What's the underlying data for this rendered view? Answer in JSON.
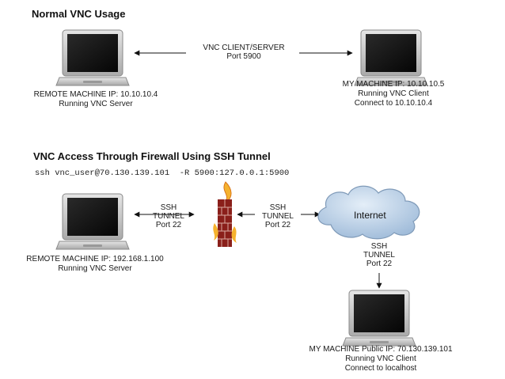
{
  "section1": {
    "title": "Normal VNC Usage",
    "link_label": [
      "VNC CLIENT/SERVER",
      "Port 5900"
    ],
    "remote_caption": [
      "REMOTE MACHINE IP: 10.10.10.4",
      "Running VNC Server"
    ],
    "my_caption": [
      "MY MACHINE IP: 10.10.10.5",
      "Running VNC Client",
      "Connect to 10.10.10.4"
    ]
  },
  "section2": {
    "title": "VNC Access Through Firewall Using SSH Tunnel",
    "command": "ssh vnc_user@70.130.139.101  -R 5900:127.0.0.1:5900",
    "tunnel_left": [
      "SSH",
      "TUNNEL",
      "Port 22"
    ],
    "tunnel_mid": [
      "SSH",
      "TUNNEL",
      "Port 22"
    ],
    "tunnel_down": [
      "SSH",
      "TUNNEL",
      "Port 22"
    ],
    "cloud_label": "Internet",
    "remote_caption": [
      "REMOTE MACHINE IP: 192.168.1.100",
      "Running VNC Server"
    ],
    "my_caption": [
      "MY MACHINE Public IP: 70.130.139.101",
      "Running VNC Client",
      "Connect to localhost"
    ]
  },
  "colors": {
    "laptop_body": "#c9c9c9",
    "screen": "#111111",
    "cloud_fill": "#b9cfe6",
    "cloud_stroke": "#7f9ab8",
    "firewall_brick": "#8a1f1a",
    "flame": "#f0a020"
  },
  "icons": [
    "laptop-icon",
    "cloud-icon",
    "firewall-icon"
  ]
}
